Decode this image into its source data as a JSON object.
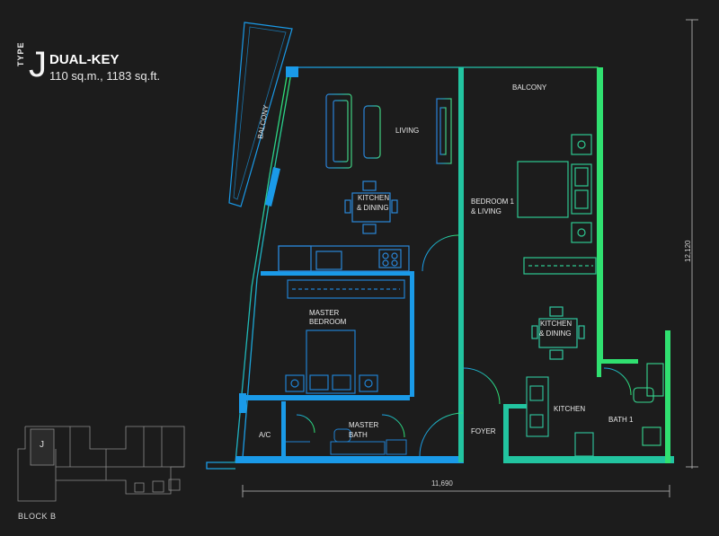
{
  "header": {
    "type_label": "TYPE",
    "type_letter": "J",
    "title": "DUAL-KEY",
    "area": "110 sq.m., 1183 sq.ft."
  },
  "rooms": {
    "balcony_left": "BALCONY",
    "balcony_top": "BALCONY",
    "living": "LIVING",
    "kitchen_dining_1_line1": "KITCHEN",
    "kitchen_dining_1_line2": "& DINING",
    "bedroom1_line1": "BEDROOM 1",
    "bedroom1_line2": "& LIVING",
    "kitchen_dining_2_line1": "KITCHEN",
    "kitchen_dining_2_line2": "& DINING",
    "master_bedroom_line1": "MASTER",
    "master_bedroom_line2": "BEDROOM",
    "ac": "A/C",
    "master_bath_line1": "MASTER",
    "master_bath_line2": "BATH",
    "foyer": "FOYER",
    "kitchen": "KITCHEN",
    "bath1": "BATH 1"
  },
  "dimensions": {
    "width": "11,690",
    "height": "12,120"
  },
  "keyplan": {
    "unit_marker": "J",
    "block_label": "BLOCK B"
  },
  "colors": {
    "background": "#1c1c1c",
    "wall_blue": "#1aa0e0",
    "wall_teal": "#20c0a0",
    "wall_green": "#2ee07a",
    "furniture_blue": "#2a86d8",
    "furniture_green": "#3ec88a"
  }
}
